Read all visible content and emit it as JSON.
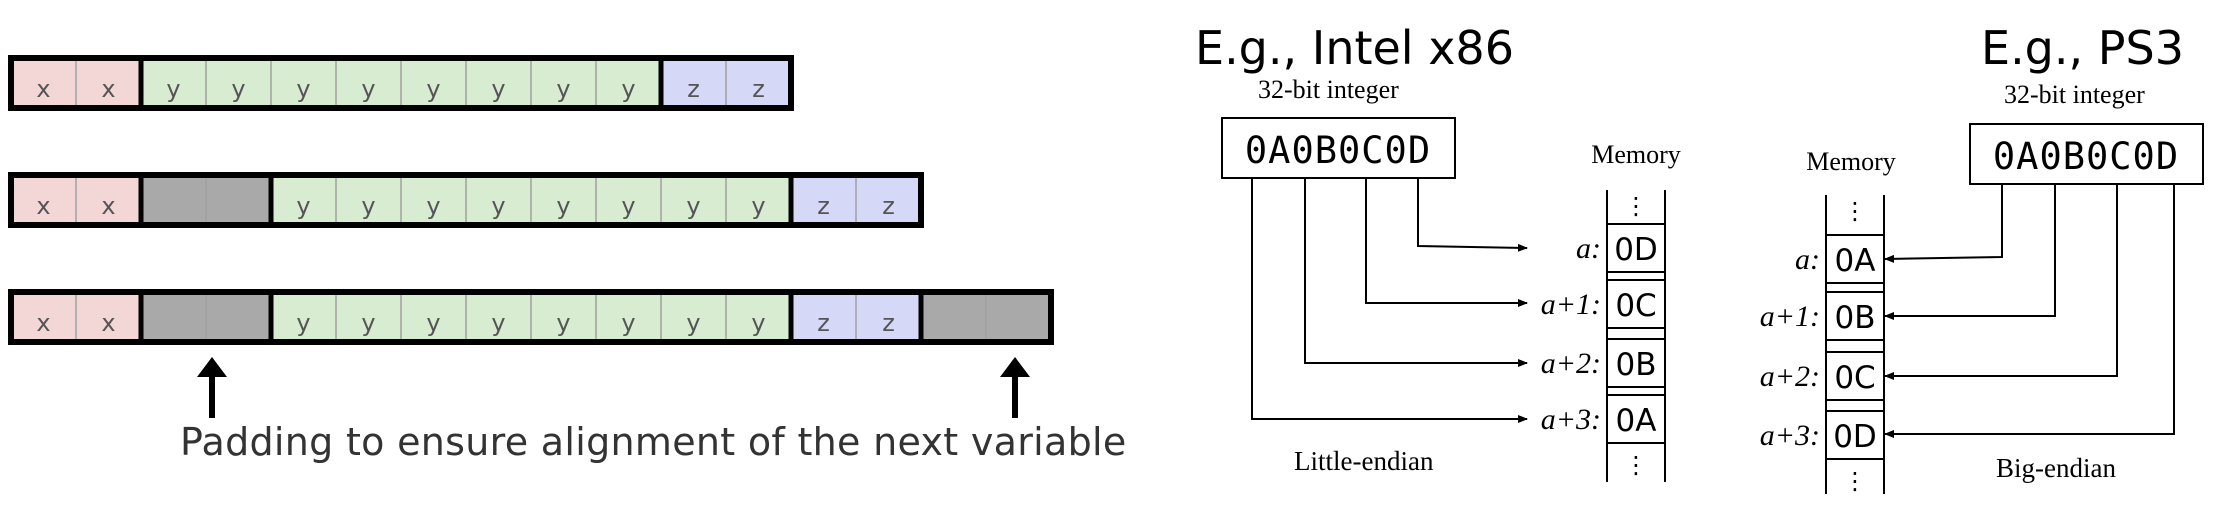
{
  "alignment": {
    "rows": [
      {
        "cells": [
          "x",
          "x",
          "y",
          "y",
          "y",
          "y",
          "y",
          "y",
          "y",
          "y",
          "z",
          "z"
        ]
      },
      {
        "cells": [
          "x",
          "x",
          "",
          "",
          "y",
          "y",
          "y",
          "y",
          "y",
          "y",
          "y",
          "y",
          "z",
          "z"
        ]
      },
      {
        "cells": [
          "x",
          "x",
          "",
          "",
          "y",
          "y",
          "y",
          "y",
          "y",
          "y",
          "y",
          "y",
          "z",
          "z",
          "",
          ""
        ]
      }
    ],
    "caption": "Padding to ensure alignment of the next variable",
    "colors": {
      "x": "#f3d6d6",
      "y": "#d8ecd2",
      "z": "#d6d8f8",
      "pad": "#a9a9a9",
      "divider": "#a0a0a0",
      "border": "#000000"
    }
  },
  "little_endian": {
    "title": "E.g., Intel x86",
    "integer_label": "32-bit integer",
    "value": "0A0B0C0D",
    "memory_label": "Memory",
    "ellipsis": "⋮",
    "addresses": [
      "a:",
      "a+1:",
      "a+2:",
      "a+3:"
    ],
    "cells": [
      "0D",
      "0C",
      "0B",
      "0A"
    ],
    "caption": "Little-endian"
  },
  "big_endian": {
    "title": "E.g., PS3",
    "integer_label": "32-bit integer",
    "value": "0A0B0C0D",
    "memory_label": "Memory",
    "ellipsis": "⋮",
    "addresses": [
      "a:",
      "a+1:",
      "a+2:",
      "a+3:"
    ],
    "cells": [
      "0A",
      "0B",
      "0C",
      "0D"
    ],
    "caption": "Big-endian"
  }
}
